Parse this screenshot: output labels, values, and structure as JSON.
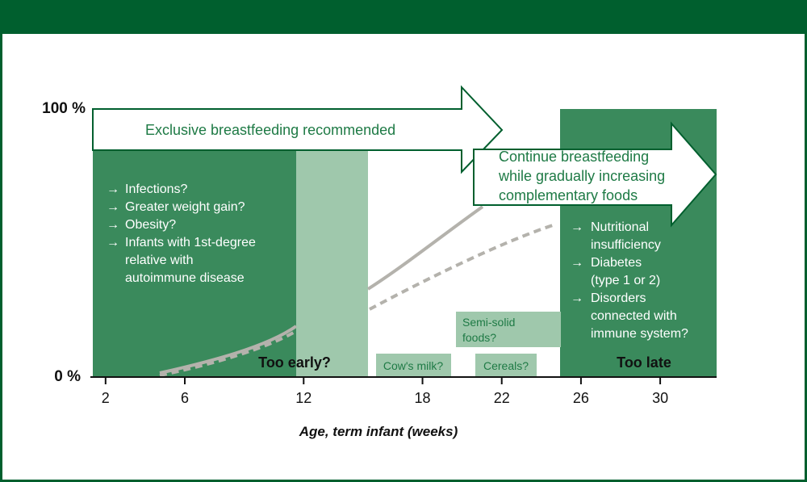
{
  "colors": {
    "dark_green": "#005f2e",
    "mid_green": "#3a8a5c",
    "light_green": "#9fc8ac",
    "curve_gray": "#b4b2ac",
    "white": "#ffffff",
    "text_dark": "#111111"
  },
  "y_axis": {
    "top_label": "100 %",
    "bottom_label": "0 %"
  },
  "x_axis": {
    "title": "Age, term infant (weeks)",
    "ticks": [
      2,
      6,
      12,
      18,
      22,
      26,
      30
    ],
    "range": [
      0.5,
      33.5
    ]
  },
  "arrows": {
    "main_label": "Exclusive breastfeeding recommended",
    "continue_lines": [
      "Continue breastfeeding",
      "while gradually increasing",
      "complementary foods"
    ]
  },
  "early_zone": {
    "label": "Too early?",
    "risks": [
      [
        "Infections?"
      ],
      [
        "Greater weight gain?"
      ],
      [
        "Obesity?"
      ],
      [
        "Infants with 1st-degree",
        "relative with",
        "autoimmune disease"
      ]
    ]
  },
  "late_zone": {
    "label": "Too late",
    "risks": [
      [
        "Nutritional",
        "insufficiency"
      ],
      [
        "Diabetes",
        "(type 1 or 2)"
      ],
      [
        "Disorders",
        "connected with",
        "immune system?"
      ]
    ]
  },
  "food_boxes": [
    {
      "id": "semi-solid",
      "lines": [
        "Semi-solid",
        "foods?"
      ]
    },
    {
      "id": "cows-milk",
      "lines": [
        "Cow's milk?"
      ]
    },
    {
      "id": "cereals",
      "lines": [
        "Cereals?"
      ]
    }
  ],
  "arrow_glyph": "→"
}
